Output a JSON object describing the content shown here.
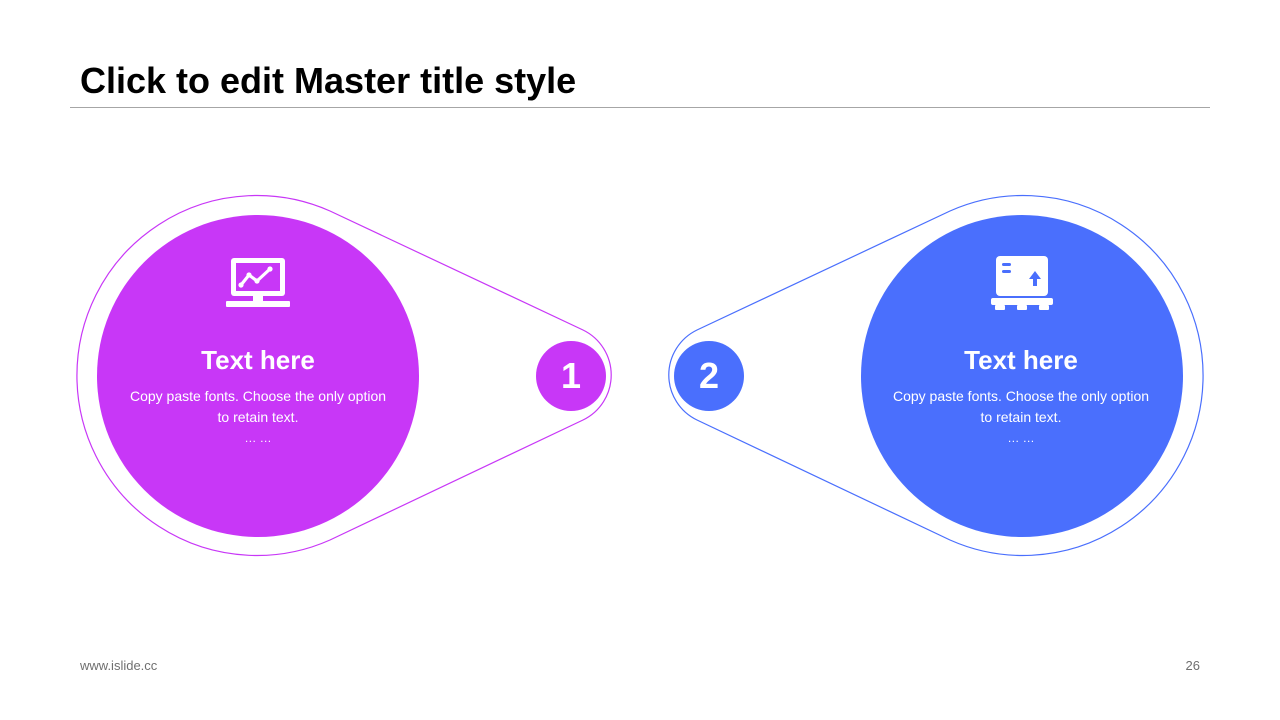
{
  "slide": {
    "title": "Click to edit Master title style",
    "footer_left": "www.islide.cc",
    "page_number": "26"
  },
  "colors": {
    "accent_1": "#c837f7",
    "accent_2": "#4a6ffd"
  },
  "items": [
    {
      "number": "1",
      "heading": "Text here",
      "body": "Copy paste fonts. Choose the only option to retain text.",
      "ellipsis": "… …",
      "icon": "monitor-chart-icon"
    },
    {
      "number": "2",
      "heading": "Text here",
      "body": "Copy paste fonts. Choose the only option to retain text.",
      "ellipsis": "… …",
      "icon": "package-pallet-icon"
    }
  ]
}
